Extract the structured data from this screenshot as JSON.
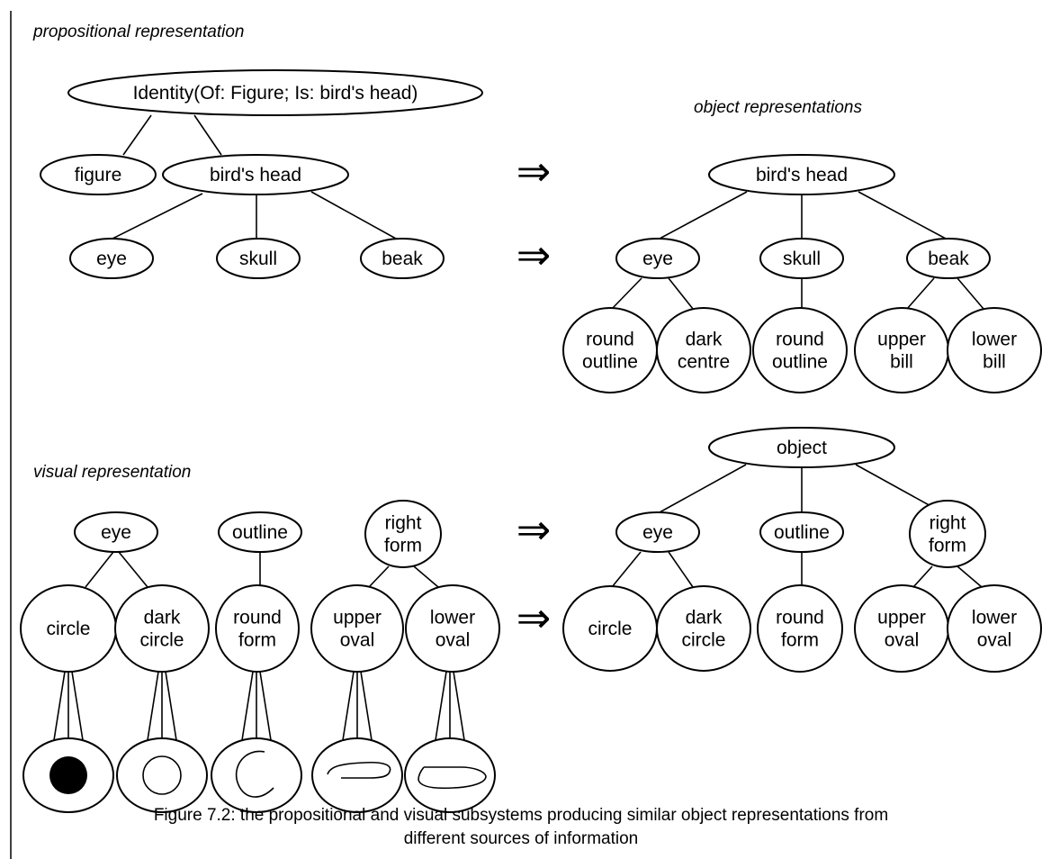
{
  "titles": {
    "propositional": "propositional representation",
    "object": "object representations",
    "visual": "visual representation"
  },
  "caption": {
    "line1": "Figure 7.2: the propositional and visual subsystems producing similar object representations from",
    "line2": "different sources of information"
  },
  "arrow_glyph": "⇒",
  "nodes": {
    "p_identity": [
      "Identity(Of: Figure; Is: bird's head)"
    ],
    "p_figure": [
      "figure"
    ],
    "p_birdshead": [
      "bird's head"
    ],
    "p_eye": [
      "eye"
    ],
    "p_skull": [
      "skull"
    ],
    "p_beak": [
      "beak"
    ],
    "o_birdshead": [
      "bird's head"
    ],
    "o_eye": [
      "eye"
    ],
    "o_skull": [
      "skull"
    ],
    "o_beak": [
      "beak"
    ],
    "o_round_outline_1": [
      "round",
      "outline"
    ],
    "o_dark_centre": [
      "dark",
      "centre"
    ],
    "o_round_outline_2": [
      "round",
      "outline"
    ],
    "o_upper_bill": [
      "upper",
      "bill"
    ],
    "o_lower_bill": [
      "lower",
      "bill"
    ],
    "v_eye": [
      "eye"
    ],
    "v_outline": [
      "outline"
    ],
    "v_right_form": [
      "right",
      "form"
    ],
    "v_circle": [
      "circle"
    ],
    "v_dark_circle": [
      "dark",
      "circle"
    ],
    "v_round_form": [
      "round",
      "form"
    ],
    "v_upper_oval": [
      "upper",
      "oval"
    ],
    "v_lower_oval": [
      "lower",
      "oval"
    ],
    "ov_object": [
      "object"
    ],
    "ov_eye": [
      "eye"
    ],
    "ov_outline": [
      "outline"
    ],
    "ov_right_form": [
      "right",
      "form"
    ],
    "ov_circle": [
      "circle"
    ],
    "ov_dark_circle": [
      "dark",
      "circle"
    ],
    "ov_round_form": [
      "round",
      "form"
    ],
    "ov_upper_oval": [
      "upper",
      "oval"
    ],
    "ov_lower_oval": [
      "lower",
      "oval"
    ]
  },
  "sketches": [
    {
      "name": "filled-disc-sketch",
      "kind": "filled-disc"
    },
    {
      "name": "ring-sketch",
      "kind": "ring"
    },
    {
      "name": "open-curve-sketch",
      "kind": "open-curve"
    },
    {
      "name": "upper-oval-sketch",
      "kind": "upper-oval"
    },
    {
      "name": "lower-oval-sketch",
      "kind": "lower-oval"
    }
  ]
}
